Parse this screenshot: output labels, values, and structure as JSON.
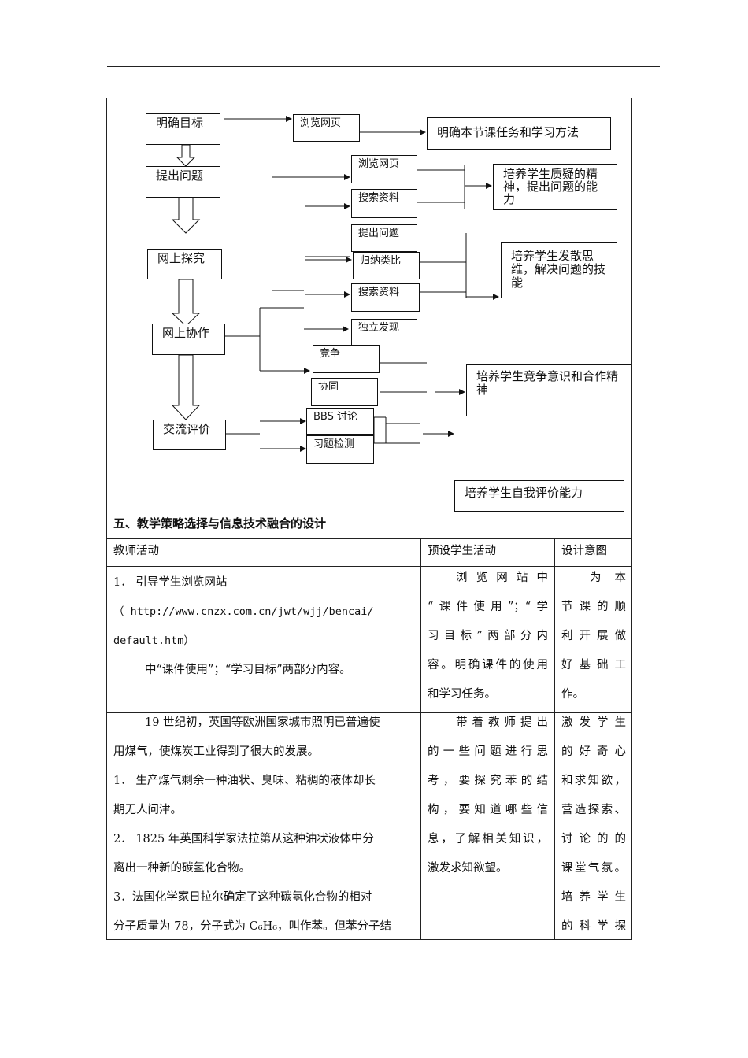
{
  "diagram": {
    "flow": [
      "明确目标",
      "提出问题",
      "网上探究",
      "网上协作",
      "交流评价"
    ],
    "activities": {
      "row1": "浏览网页",
      "row2a": "浏览网页",
      "row2b": "搜索资料",
      "row3a": "提出问题",
      "row3b": "归纳类比",
      "row3c": "搜索资料",
      "row4a": "独立发现",
      "row4b": "竞争",
      "row4c": "协同",
      "row5a": "BBS 讨论",
      "row5b": "习题检测"
    },
    "outcomes": {
      "o1": "明确本节课任务和学习方法",
      "o2": "培养学生质疑的精神，提出问题的能力",
      "o3": "培养学生发散思维，解决问题的技能",
      "o4": "培养学生竞争意识和合作精神",
      "o5": "培养学生自我评价能力"
    }
  },
  "section": {
    "title": "五、教学策略选择与信息技术融合的设计",
    "headers": [
      "教师活动",
      "预设学生活动",
      "设计意图"
    ]
  },
  "rows": [
    {
      "teacher": [
        "1． 引导学生浏览网站",
        "（       http://www.cnzx.com.cn/jwt/wjj/bencai/",
        "default.htm）",
        "中“课件使用”；“学习目标”两部分内容。"
      ],
      "student": [
        "浏览网站中",
        "“课件使用”；“学",
        "习目标”两部分内",
        "容。明确课件的使用",
        "和学习任务。"
      ],
      "intent": [
        "为本",
        "节课的顺",
        "利开展做",
        "好基础工",
        "作。"
      ]
    },
    {
      "teacher": [
        "19 世纪初，英国等欧洲国家城市照明已普遍使",
        "用煤气，使煤炭工业得到了很大的发展。",
        "1． 生产煤气剩余一种油状、臭味、粘稠的液体却长",
        "期无人问津。",
        "2．  1825 年英国科学家法拉第从这种油状液体中分",
        "离出一种新的碳氢化合物。",
        "3．法国化学家日拉尔确定了这种碳氢化合物的相对",
        "分子质量为 78，分子式为 C₆H₆，叫作苯。但苯分子结"
      ],
      "student": [
        "带着教师提出",
        "的一些问题进行思",
        "考，要探究苯的结",
        "构，要知道哪些信",
        "息，了解相关知识，",
        "激发求知欲望。"
      ],
      "intent": [
        "激发学生",
        "的好奇心",
        "和求知欲，",
        "营造探索、",
        "讨论的的",
        "课堂气氛。",
        "培养学生",
        "的科学探"
      ]
    }
  ]
}
